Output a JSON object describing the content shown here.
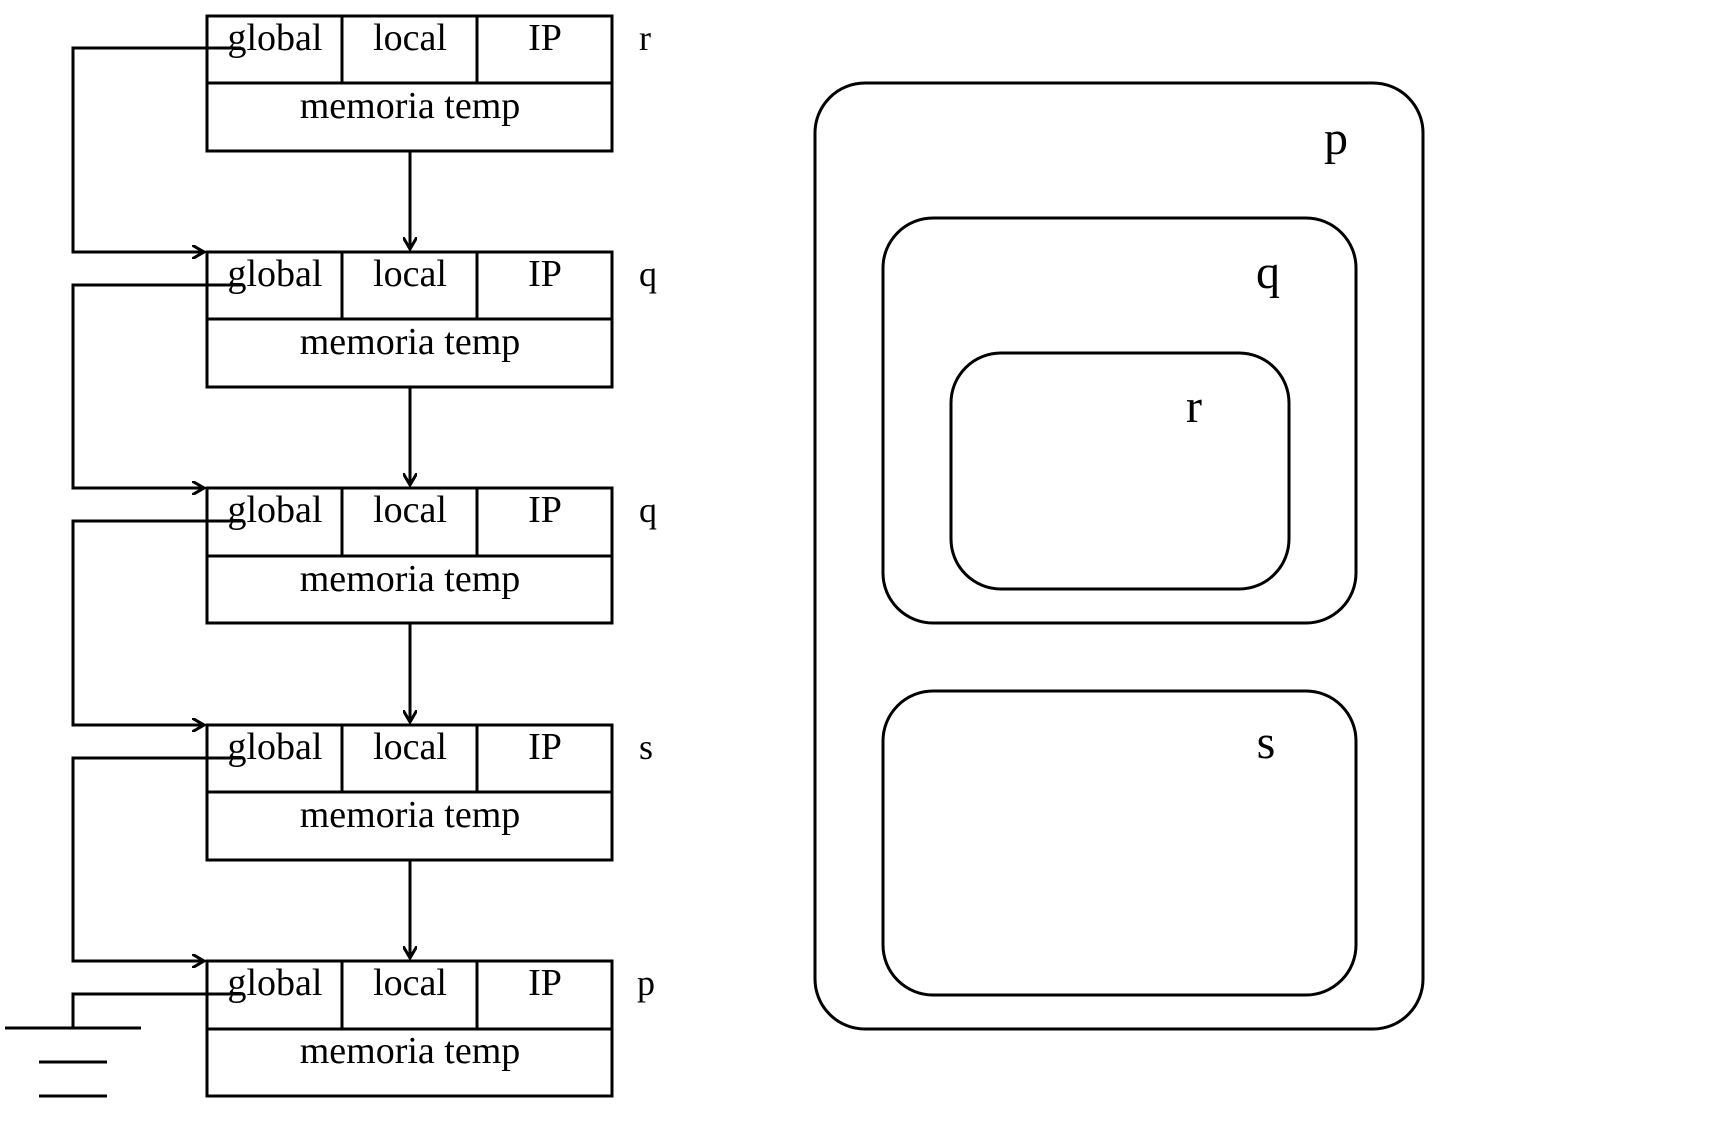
{
  "frames": [
    {
      "name": "r",
      "global_label": "global",
      "local_label": "local",
      "ip_label": "IP",
      "temp_label": "memoria temp"
    },
    {
      "name": "q",
      "global_label": "global",
      "local_label": "local",
      "ip_label": "IP",
      "temp_label": "memoria temp"
    },
    {
      "name": "q",
      "global_label": "global",
      "local_label": "local",
      "ip_label": "IP",
      "temp_label": "memoria temp"
    },
    {
      "name": "s",
      "global_label": "global",
      "local_label": "local",
      "ip_label": "IP",
      "temp_label": "memoria temp"
    },
    {
      "name": "p",
      "global_label": "global",
      "local_label": "local",
      "ip_label": "IP",
      "temp_label": "memoria temp"
    }
  ],
  "scopes": {
    "p": {
      "label": "p"
    },
    "q": {
      "label": "q"
    },
    "r": {
      "label": "r"
    },
    "s": {
      "label": "s"
    }
  },
  "colors": {
    "stroke": "#000000",
    "background": "#ffffff"
  }
}
